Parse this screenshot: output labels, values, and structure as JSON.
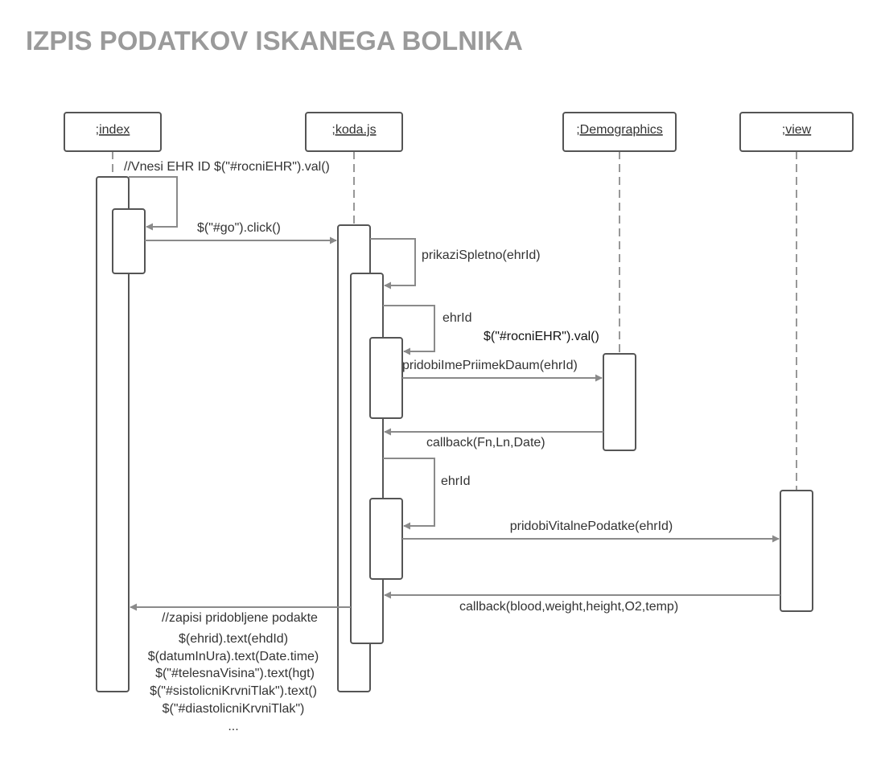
{
  "title": "IZPIS PODATKOV ISKANEGA BOLNIKA",
  "colors": {
    "title": "#9a9a9a",
    "line": "#8a8a8a",
    "box_stroke": "#555555"
  },
  "participants": [
    {
      "label": ";index"
    },
    {
      "label": ";koda.js"
    },
    {
      "label": ";Demographics"
    },
    {
      "label": ";view"
    }
  ],
  "messages": {
    "vnesi": "//Vnesi EHR ID $(\"#rocniEHR\").val()",
    "go_click": "$(\"#go\").click()",
    "prikazi": "prikaziSpletno(ehrId)",
    "ehrid1": "ehrId",
    "rocni_val": "$(\"#rocniEHR\").val()",
    "pridobi_ime": "pridobiImePriimekDaum(ehrId)",
    "callback_fn": "callback(Fn,Ln,Date)",
    "ehrid2": "ehrId",
    "pridobi_vitalne": "pridobiVitalnePodatke(ehrId)",
    "callback_blood": "callback(blood,weight,height,O2,temp)",
    "zapisi": "//zapisi pridobljene podakte"
  },
  "notes": [
    "$(ehrid).text(ehdId)",
    "$(datumInUra).text(Date.time)",
    "$(\"#telesnaVisina\").text(hgt)",
    "$(\"#sistolicniKrvniTlak\").text()",
    "$(\"#diastolicniKrvniTlak\")",
    "..."
  ]
}
